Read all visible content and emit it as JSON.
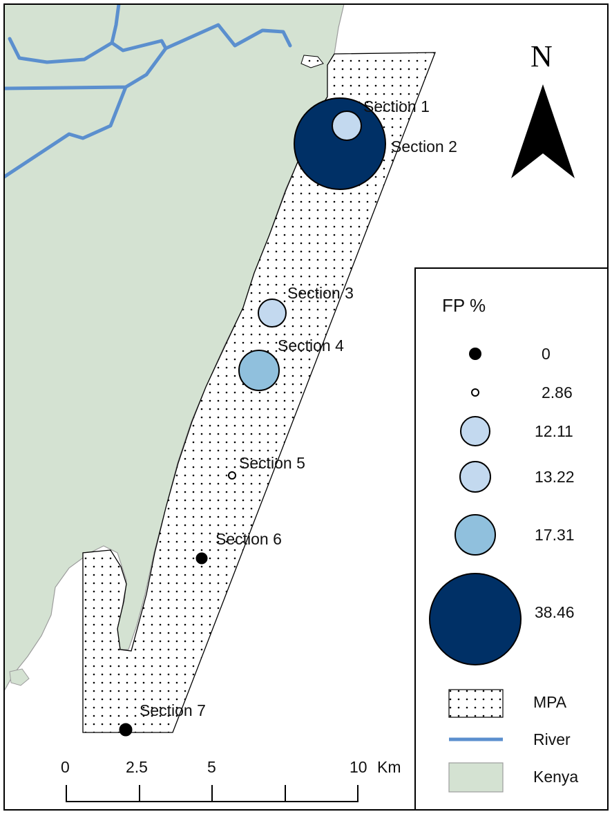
{
  "north_arrow": {
    "label": "N"
  },
  "colors": {
    "land": "#d4e2d2",
    "coast_outline": "#9c9c9c",
    "river": "#5b8fce",
    "circle_fill_light": "#c3d9ef",
    "circle_fill_mid": "#90c0dd",
    "circle_fill_dark": "#003066",
    "circle_stroke": "#000000"
  },
  "sections": [
    {
      "label": "Section 1",
      "fp_percent": 13.22
    },
    {
      "label": "Section 2",
      "fp_percent": 38.46
    },
    {
      "label": "Section 3",
      "fp_percent": 12.11
    },
    {
      "label": "Section 4",
      "fp_percent": 17.31
    },
    {
      "label": "Section 5",
      "fp_percent": 2.86
    },
    {
      "label": "Section 6",
      "fp_percent": 0
    },
    {
      "label": "Section 7",
      "fp_percent": 0
    }
  ],
  "legend": {
    "title": "FP %",
    "sizes": [
      {
        "label": "0",
        "style": "black-dot"
      },
      {
        "label": "2.86",
        "style": "hollow-dot"
      },
      {
        "label": "12.11",
        "style": "light"
      },
      {
        "label": "13.22",
        "style": "light"
      },
      {
        "label": "17.31",
        "style": "mid"
      },
      {
        "label": "38.46",
        "style": "dark"
      }
    ],
    "layers": [
      {
        "label": "MPA",
        "symbol": "dotted-pattern"
      },
      {
        "label": "River",
        "symbol": "blue-line"
      },
      {
        "label": "Kenya",
        "symbol": "green-fill"
      }
    ]
  },
  "scale_bar": {
    "ticks": [
      "0",
      "2.5",
      "5",
      "10"
    ],
    "unit": "Km"
  }
}
